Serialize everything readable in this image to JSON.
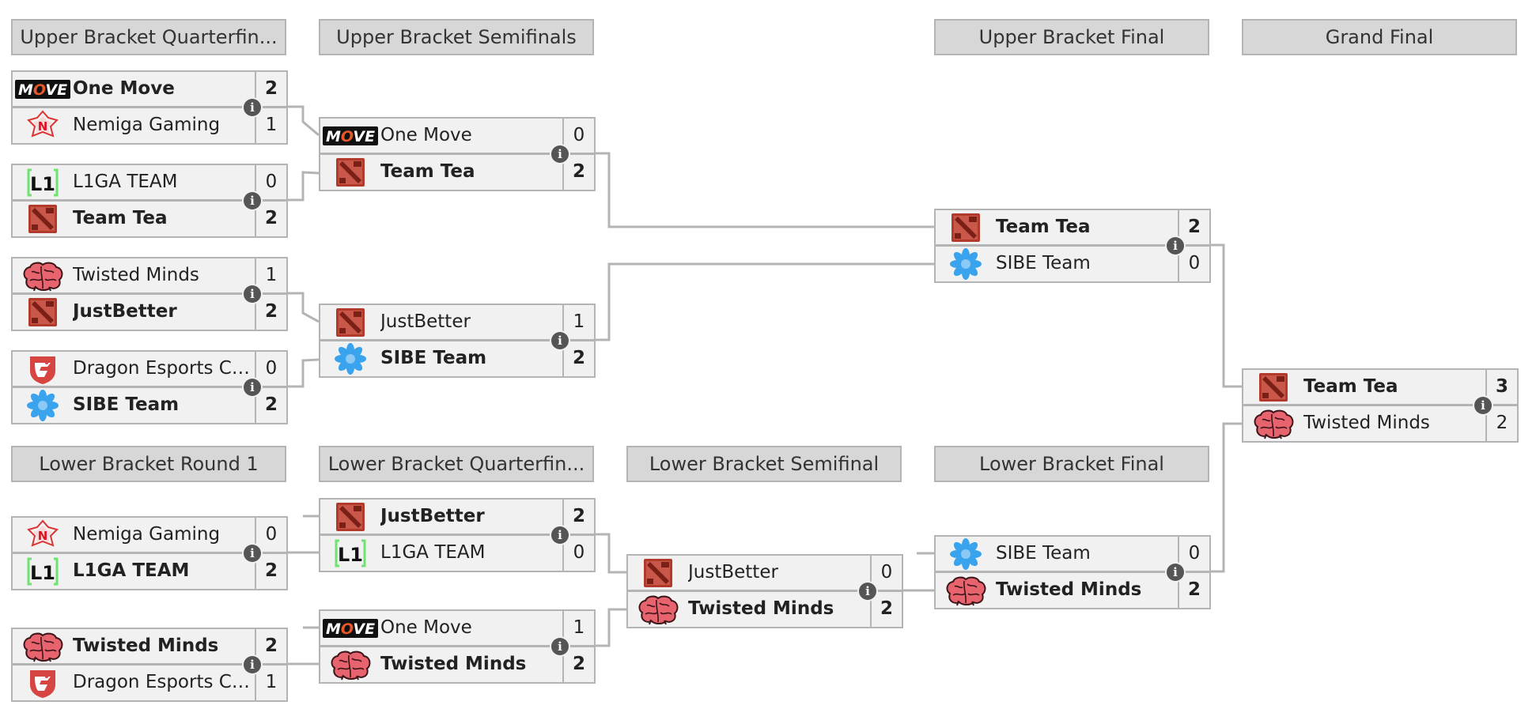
{
  "headers": {
    "ubqf": "Upper Bracket Quarterfin...",
    "ubsf": "Upper Bracket Semifinals",
    "ubf": "Upper Bracket Final",
    "gf": "Grand Final",
    "lbr1": "Lower Bracket Round 1",
    "lbqf": "Lower Bracket Quarterfin...",
    "lbsf": "Lower Bracket Semifinal",
    "lbf": "Lower Bracket Final"
  },
  "info_glyph": "i",
  "colors": {
    "header_bg": "#d7d7d7",
    "row_bg": "#f1f1f1",
    "border": "#b4b4b4",
    "connector": "#b4b4b4",
    "info_icon": "#555555"
  },
  "logos": {
    "move": "one-move-logo",
    "nemiga": "nemiga-gaming-logo",
    "l1ga": "l1ga-team-logo",
    "dota": "dota-default-logo",
    "brain": "twisted-minds-logo",
    "dragon": "dragon-esports-logo",
    "sibe": "sibe-team-logo"
  },
  "matches": {
    "ubqf1": {
      "t1": {
        "name": "One Move",
        "score": "2",
        "logo": "move",
        "win": true
      },
      "t2": {
        "name": "Nemiga Gaming",
        "score": "1",
        "logo": "nemiga",
        "win": false
      }
    },
    "ubqf2": {
      "t1": {
        "name": "L1GA TEAM",
        "score": "0",
        "logo": "l1ga",
        "win": false
      },
      "t2": {
        "name": "Team Tea",
        "score": "2",
        "logo": "dota",
        "win": true
      }
    },
    "ubqf3": {
      "t1": {
        "name": "Twisted Minds",
        "score": "1",
        "logo": "brain",
        "win": false
      },
      "t2": {
        "name": "JustBetter",
        "score": "2",
        "logo": "dota",
        "win": true
      }
    },
    "ubqf4": {
      "t1": {
        "name": "Dragon Esports Cl...",
        "score": "0",
        "logo": "dragon",
        "win": false
      },
      "t2": {
        "name": "SIBE Team",
        "score": "2",
        "logo": "sibe",
        "win": true
      }
    },
    "ubsf1": {
      "t1": {
        "name": "One Move",
        "score": "0",
        "logo": "move",
        "win": false
      },
      "t2": {
        "name": "Team Tea",
        "score": "2",
        "logo": "dota",
        "win": true
      }
    },
    "ubsf2": {
      "t1": {
        "name": "JustBetter",
        "score": "1",
        "logo": "dota",
        "win": false
      },
      "t2": {
        "name": "SIBE Team",
        "score": "2",
        "logo": "sibe",
        "win": true
      }
    },
    "ubf": {
      "t1": {
        "name": "Team Tea",
        "score": "2",
        "logo": "dota",
        "win": true
      },
      "t2": {
        "name": "SIBE Team",
        "score": "0",
        "logo": "sibe",
        "win": false
      }
    },
    "gf": {
      "t1": {
        "name": "Team Tea",
        "score": "3",
        "logo": "dota",
        "win": true
      },
      "t2": {
        "name": "Twisted Minds",
        "score": "2",
        "logo": "brain",
        "win": false
      }
    },
    "lbr1a": {
      "t1": {
        "name": "Nemiga Gaming",
        "score": "0",
        "logo": "nemiga",
        "win": false
      },
      "t2": {
        "name": "L1GA TEAM",
        "score": "2",
        "logo": "l1ga",
        "win": true
      }
    },
    "lbr1b": {
      "t1": {
        "name": "Twisted Minds",
        "score": "2",
        "logo": "brain",
        "win": true
      },
      "t2": {
        "name": "Dragon Esports Cl...",
        "score": "1",
        "logo": "dragon",
        "win": false
      }
    },
    "lbqf1": {
      "t1": {
        "name": "JustBetter",
        "score": "2",
        "logo": "dota",
        "win": true
      },
      "t2": {
        "name": "L1GA TEAM",
        "score": "0",
        "logo": "l1ga",
        "win": false
      }
    },
    "lbqf2": {
      "t1": {
        "name": "One Move",
        "score": "1",
        "logo": "move",
        "win": false
      },
      "t2": {
        "name": "Twisted Minds",
        "score": "2",
        "logo": "brain",
        "win": true
      }
    },
    "lbsf": {
      "t1": {
        "name": "JustBetter",
        "score": "0",
        "logo": "dota",
        "win": false
      },
      "t2": {
        "name": "Twisted Minds",
        "score": "2",
        "logo": "brain",
        "win": true
      }
    },
    "lbf": {
      "t1": {
        "name": "SIBE Team",
        "score": "0",
        "logo": "sibe",
        "win": false
      },
      "t2": {
        "name": "Twisted Minds",
        "score": "2",
        "logo": "brain",
        "win": true
      }
    }
  }
}
